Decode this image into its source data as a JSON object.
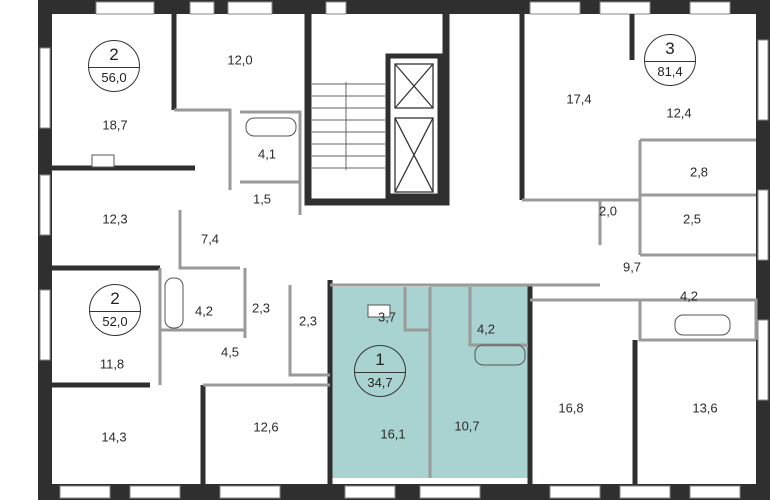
{
  "colors": {
    "highlight": "#a9d3d0",
    "wall": "#2f2f2f",
    "partition": "#9a9a9a"
  },
  "apartments": [
    {
      "rooms": "2",
      "area": "56,0"
    },
    {
      "rooms": "3",
      "area": "81,4"
    },
    {
      "rooms": "2",
      "area": "52,0"
    },
    {
      "rooms": "1",
      "area": "34,7",
      "highlighted": true
    }
  ],
  "room_areas": {
    "a1_living": "18,7",
    "a1_bedroom": "12,0",
    "a1_bath": "4,1",
    "a1_wc": "1,5",
    "a1_room2": "12,3",
    "a1_hall": "7,4",
    "b_room1": "17,4",
    "b_room2": "12,4",
    "b_storage": "2,8",
    "b_closet": "2,0",
    "b_wc": "2,5",
    "b_hall": "9,7",
    "b_bath": "4,2",
    "c_bath": "4,2",
    "c_store1": "2,3",
    "c_store2": "2,3",
    "c_room1": "11,8",
    "c_hall": "4,5",
    "c_room2": "14,3",
    "c_room3": "12,6",
    "d_hall": "3,7",
    "d_bath": "4,2",
    "d_living": "16,1",
    "d_bedroom": "10,7",
    "e_room1": "16,8",
    "e_room2": "13,6"
  }
}
